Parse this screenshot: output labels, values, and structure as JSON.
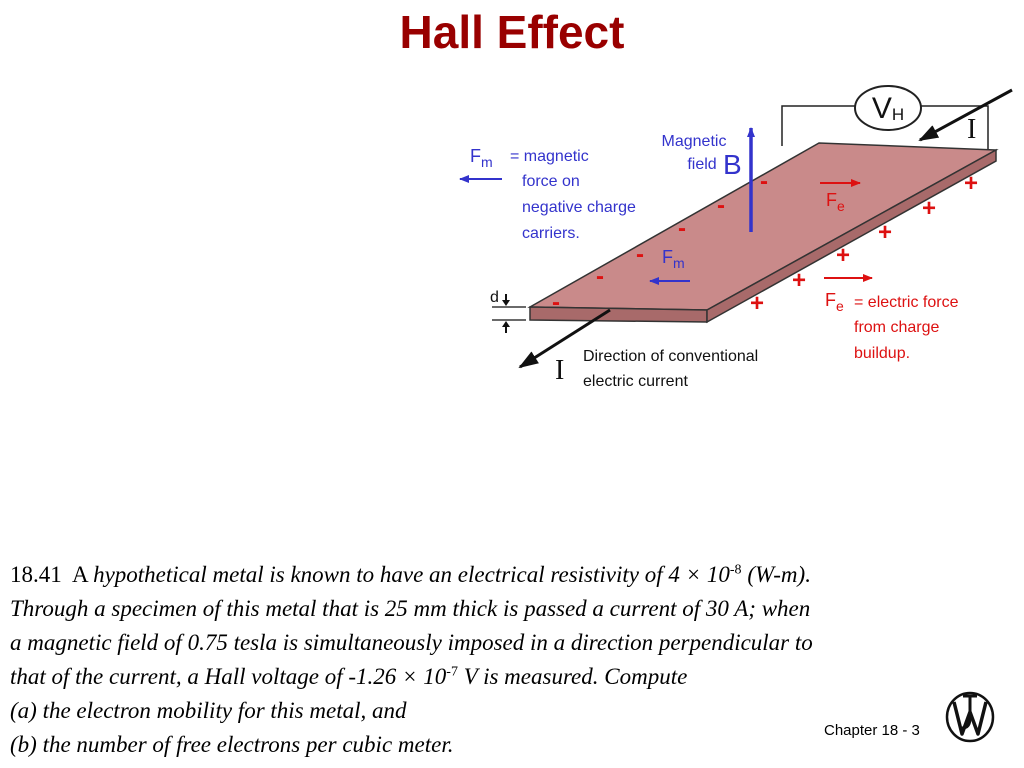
{
  "slide": {
    "title": "Hall Effect"
  },
  "diagram": {
    "vh_main": "V",
    "vh_sub": "H",
    "current_top": "I",
    "current_bottom": "I",
    "magnetic_field_line1": "Magnetic",
    "magnetic_field_line2": "field",
    "b_label": "B",
    "fm_main": "F",
    "fm_sub": "m",
    "fm_desc_line1": "= magnetic",
    "fm_desc_line2": "force on",
    "fm_desc_line3": "negative charge",
    "fm_desc_line4": "carriers.",
    "fe_main": "F",
    "fe_sub": "e",
    "fe_desc_line1": "= electric force",
    "fe_desc_line2": "from charge",
    "fe_desc_line3": "buildup.",
    "thickness_label": "d",
    "current_desc_line1": "Direction of conventional",
    "current_desc_line2": "electric current",
    "minus_sign": "-",
    "plus_sign": "+"
  },
  "problem": {
    "number": "18.41",
    "article": "A",
    "line1_text": "hypothetical metal is known to have an electrical resistivity of 4 × 10",
    "line1_exp": "-8",
    "line1_end": " (W-m).",
    "line2": "Through a specimen of this metal that is 25 mm thick is passed a current of 30 A; when",
    "line3": "a magnetic field of 0.75 tesla is simultaneously imposed in a direction perpendicular to",
    "line4_text": "that of the current, a Hall voltage of -1.26 × 10",
    "line4_exp": "-7",
    "line4_end": " V is measured. Compute",
    "part_a": "(a) the electron mobility for this metal, and",
    "part_b": "(b) the number of free electrons per cubic meter."
  },
  "footer": {
    "chapter": "Chapter 18 -  3"
  },
  "colors": {
    "title": "#990000",
    "blue": "#3333cc",
    "red": "#dd1111",
    "slab_top": "#c98a8a",
    "slab_side": "#a86a6a"
  }
}
